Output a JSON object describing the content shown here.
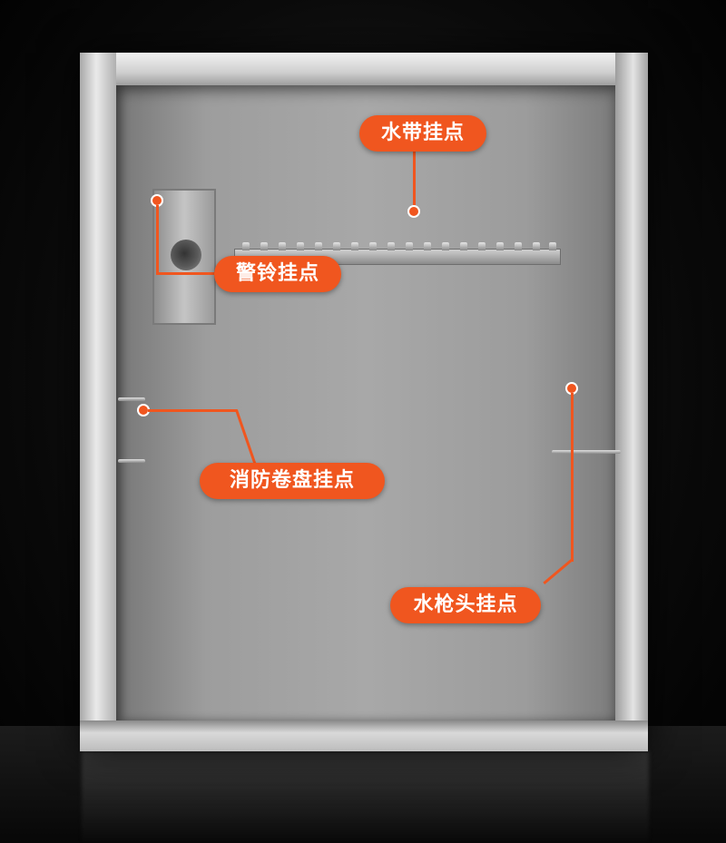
{
  "callouts": {
    "hose": "水带挂点",
    "alarm_bell": "警铃挂点",
    "reel": "消防卷盘挂点",
    "nozzle": "水枪头挂点"
  },
  "colors": {
    "accent": "#f0561f",
    "background": "#000000",
    "steel": "#b8b8b8"
  }
}
